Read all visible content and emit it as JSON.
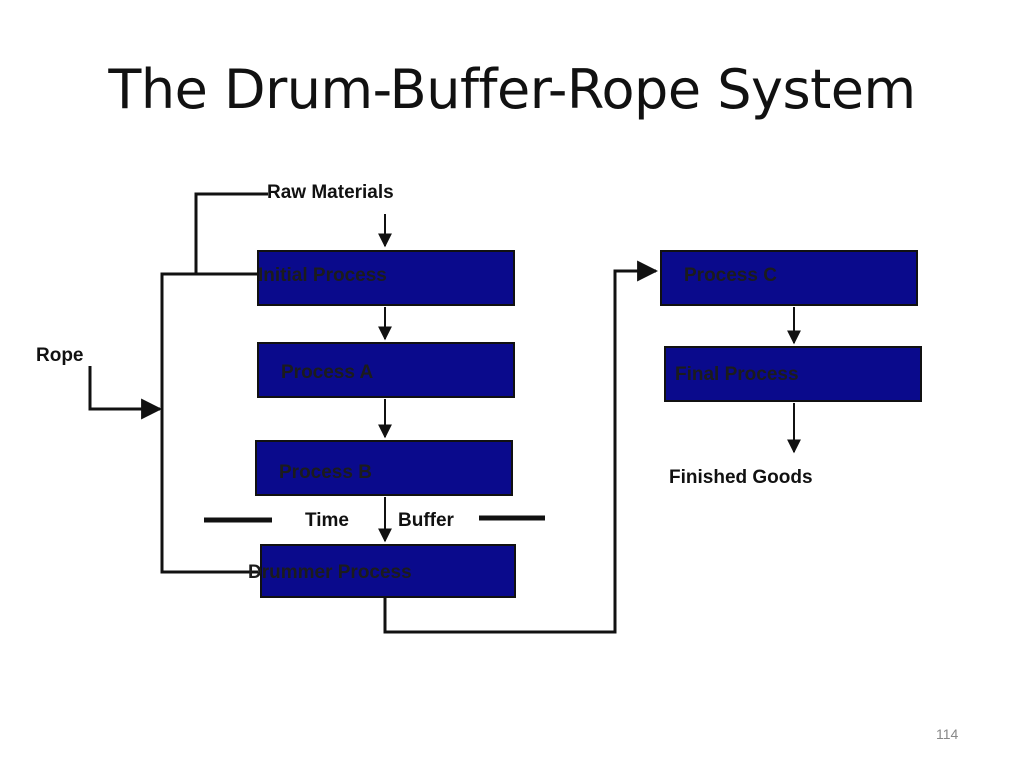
{
  "slide": {
    "title": "The Drum-Buffer-Rope System",
    "page_number": "114"
  },
  "colors": {
    "box_fill": "#0a0a8c",
    "line": "#111111"
  },
  "diagram": {
    "boxes": {
      "initial_process": "Initial Process",
      "process_a": "Process A",
      "process_b": "Process B",
      "drummer_process": "Drummer Process",
      "process_c": "Process C",
      "final_process": "Final Process"
    },
    "labels": {
      "raw_materials": "Raw Materials",
      "rope": "Rope",
      "time": "Time",
      "buffer": "Buffer",
      "finished_goods": "Finished Goods"
    }
  }
}
